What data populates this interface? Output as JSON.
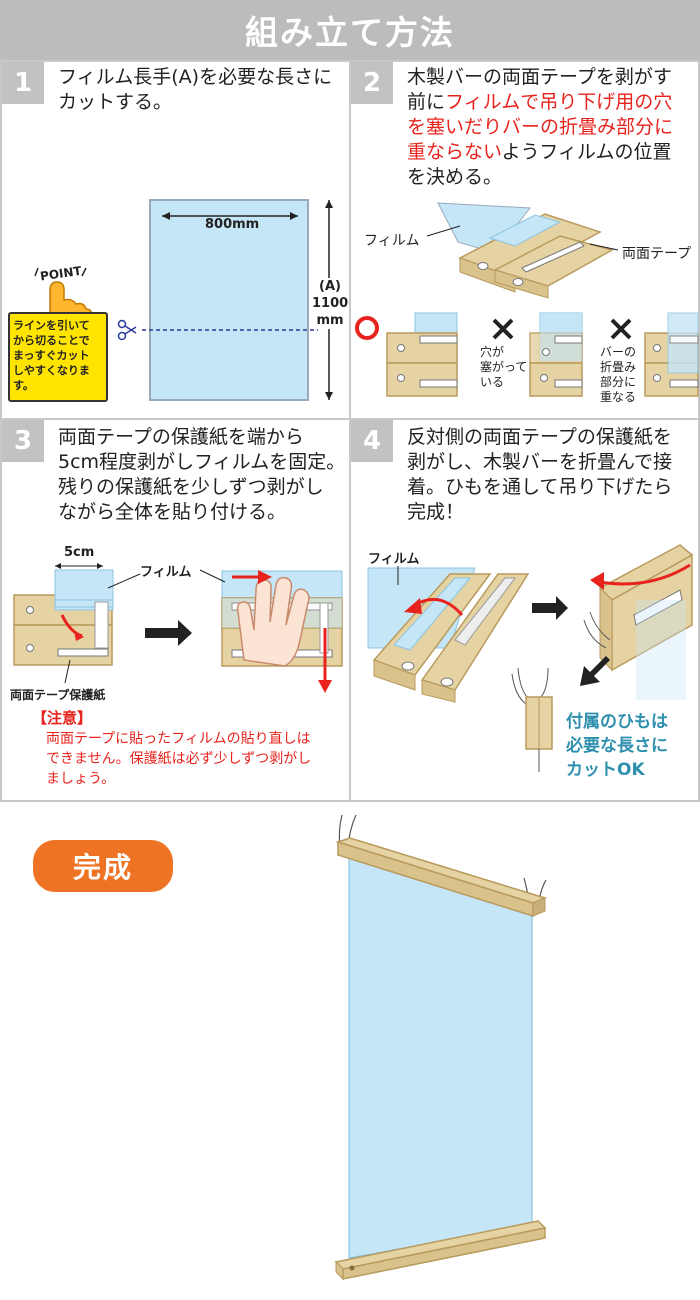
{
  "header": {
    "title": "組み立て方法"
  },
  "steps": [
    {
      "number": "1",
      "lines": [
        "フィルム長手(A)を必要な長さに",
        "カットする。"
      ],
      "figure": {
        "width_label": "800mm",
        "length_label_line1": "(A)",
        "length_label_line2": "1100",
        "length_label_line3": "mm",
        "point_label": "POINT",
        "point_lines": [
          "ラインを引いて",
          "から切ることで",
          "まっすぐカット",
          "しやすくなりま",
          "す。"
        ]
      }
    },
    {
      "number": "2",
      "line1": "木製バーの両面テープを剥がす",
      "line2_prefix": "前に",
      "line2_red": "フィルムで吊り下げ用の穴",
      "line3_red": "を塞いだりバーの折畳み部分に",
      "line4_red": "重ならない",
      "line4_suffix": "ようフィルムの位置",
      "line5": "を決める。",
      "figure": {
        "film_label": "フィルム",
        "tape_label": "両面テープ",
        "ok_mark": "○",
        "ng_mark": "×",
        "ng1_lines": [
          "穴が",
          "塞がって",
          "いる"
        ],
        "ng2_lines": [
          "バーの",
          "折畳み",
          "部分に",
          "重なる"
        ]
      }
    },
    {
      "number": "3",
      "lines": [
        "両面テープの保護紙を端から",
        "5cm程度剥がしフィルムを固定。",
        "残りの保護紙を少しずつ剥がし",
        "ながら全体を貼り付ける。"
      ],
      "figure": {
        "dim_label": "5cm",
        "film_label": "フィルム",
        "paper_label": "両面テープ保護紙"
      },
      "notice": {
        "title": "【注意】",
        "lines": [
          "両面テープに貼ったフィルムの貼り直しは",
          "できません。保護紙は必ず少しずつ剥がし",
          "ましょう。"
        ]
      }
    },
    {
      "number": "4",
      "lines": [
        "反対側の両面テープの保護紙を",
        "剥がし、木製バーを折畳んで接",
        "着。ひもを通して吊り下げたら",
        "完成！"
      ],
      "figure": {
        "film_label": "フィルム",
        "cord_lines": [
          "付属のひもは",
          "必要な長さに",
          "カットOK"
        ]
      }
    }
  ],
  "done": {
    "label": "完成"
  },
  "colors": {
    "film": "#c5e6f7",
    "film_edge": "#8bc4e2",
    "wood": "#e6d3a3",
    "wood_edge": "#b89a5c",
    "red": "#e8231d",
    "orange": "#ee7324",
    "yellow": "#ffe400",
    "teal": "#2e8fae"
  }
}
